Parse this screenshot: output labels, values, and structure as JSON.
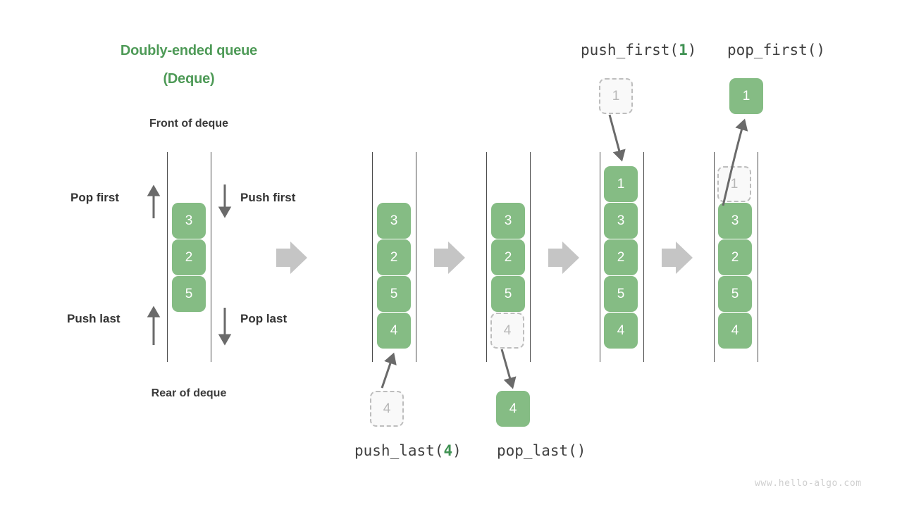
{
  "title": {
    "line1": "Doubly-ended queue",
    "line2": "(Deque)",
    "color": "#4e9a57"
  },
  "labels": {
    "front_of_deque": "Front of deque",
    "rear_of_deque": "Rear of deque",
    "pop_first": "Pop first",
    "push_first": "Push first",
    "push_last": "Push last",
    "pop_last": "Pop last"
  },
  "operations": {
    "push_first": {
      "name": "push_first(",
      "arg": "1",
      "close": ")"
    },
    "pop_first": {
      "name": "pop_first()",
      "arg": "",
      "close": ""
    },
    "push_last": {
      "name": "push_last(",
      "arg": "4",
      "close": ")"
    },
    "pop_last": {
      "name": "pop_last()",
      "arg": "",
      "close": ""
    }
  },
  "colors": {
    "solid_fill": "#85bc84",
    "solid_text": "#ffffff",
    "ghost_fill": "#f9f9f9",
    "ghost_border": "#bdbdbd",
    "ghost_text": "#b7b7b7",
    "rail": "#4a4a4a",
    "arrow_gray": "#6a6a6a",
    "transition_arrow": "#c5c5c5",
    "accent_green": "#3f9152",
    "label_dark": "#333333"
  },
  "watermark": "www.hello-algo.com",
  "chart_data": {
    "type": "diagram",
    "structure": "deque",
    "columns": [
      {
        "id": "initial",
        "label": "",
        "cells": [
          {
            "v": "3",
            "state": "solid"
          },
          {
            "v": "2",
            "state": "solid"
          },
          {
            "v": "5",
            "state": "solid"
          }
        ],
        "external": []
      },
      {
        "id": "after_push_last",
        "label": "push_last(4)",
        "cells": [
          {
            "v": "3",
            "state": "solid"
          },
          {
            "v": "2",
            "state": "solid"
          },
          {
            "v": "5",
            "state": "solid"
          },
          {
            "v": "4",
            "state": "solid"
          }
        ],
        "external": [
          {
            "v": "4",
            "state": "ghost",
            "position": "below"
          }
        ]
      },
      {
        "id": "after_pop_last",
        "label": "pop_last()",
        "cells": [
          {
            "v": "3",
            "state": "solid"
          },
          {
            "v": "2",
            "state": "solid"
          },
          {
            "v": "5",
            "state": "solid"
          },
          {
            "v": "4",
            "state": "ghost"
          }
        ],
        "external": [
          {
            "v": "4",
            "state": "solid",
            "position": "below"
          }
        ]
      },
      {
        "id": "after_push_first",
        "label": "push_first(1)",
        "cells": [
          {
            "v": "1",
            "state": "solid"
          },
          {
            "v": "3",
            "state": "solid"
          },
          {
            "v": "2",
            "state": "solid"
          },
          {
            "v": "5",
            "state": "solid"
          },
          {
            "v": "4",
            "state": "solid"
          }
        ],
        "external": [
          {
            "v": "1",
            "state": "ghost",
            "position": "above"
          }
        ]
      },
      {
        "id": "after_pop_first",
        "label": "pop_first()",
        "cells": [
          {
            "v": "1",
            "state": "ghost"
          },
          {
            "v": "3",
            "state": "solid"
          },
          {
            "v": "2",
            "state": "solid"
          },
          {
            "v": "5",
            "state": "solid"
          },
          {
            "v": "4",
            "state": "solid"
          }
        ],
        "external": [
          {
            "v": "1",
            "state": "solid",
            "position": "above"
          }
        ]
      }
    ],
    "cells": {
      "c1_1": "3",
      "c1_2": "2",
      "c1_3": "5",
      "c2_1": "3",
      "c2_2": "2",
      "c2_3": "5",
      "c2_4": "4",
      "c2_ext": "4",
      "c3_1": "3",
      "c3_2": "2",
      "c3_3": "5",
      "c3_4": "4",
      "c3_ext": "4",
      "c4_0": "1",
      "c4_ext": "1",
      "c4_2": "3",
      "c4_3": "2",
      "c4_4": "5",
      "c4_5": "4",
      "c5_0": "1",
      "c5_ext": "1",
      "c5_2": "3",
      "c5_3": "2",
      "c5_4": "5",
      "c5_5": "4"
    }
  }
}
